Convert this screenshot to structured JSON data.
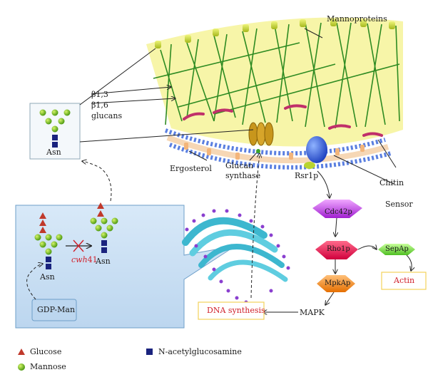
{
  "labels": {
    "mannoproteins": "Mannoproteins",
    "beta13": "β1,3",
    "beta16": "β1,6",
    "glucans": "glucans",
    "asn_top": "Asn",
    "ergosterol": "Ergosterol",
    "glucan": "Glucan",
    "synthase": "synthase",
    "rsr1p": "Rsr1p",
    "chitin": "Chitin",
    "sensor": "Sensor",
    "cdc42p": "Cdc42p",
    "rho1p": "Rho1p",
    "sepap": "SepAp",
    "actin": "Actin",
    "mpkap": "MpkAp",
    "mapk": "MAPK",
    "dna_synthesis": "DNA synthesis",
    "asn_left": "Asn",
    "asn_right": "Asn",
    "cwh41_prefix": "cwh",
    "cwh41_number": "41",
    "gdp_man": "GDP-Man"
  },
  "legend": {
    "glucose": "Glucose",
    "mannose": "Mannose",
    "nacetyl": "N-acetylglucosamine"
  },
  "colors": {
    "glucose": "#c0392b",
    "mannose": "#7cc42a",
    "nacetyl": "#1a237e",
    "cell_wall": "#f6f4a6",
    "inset_bg": "#cfe3f5",
    "red_text": "#d0202a"
  }
}
